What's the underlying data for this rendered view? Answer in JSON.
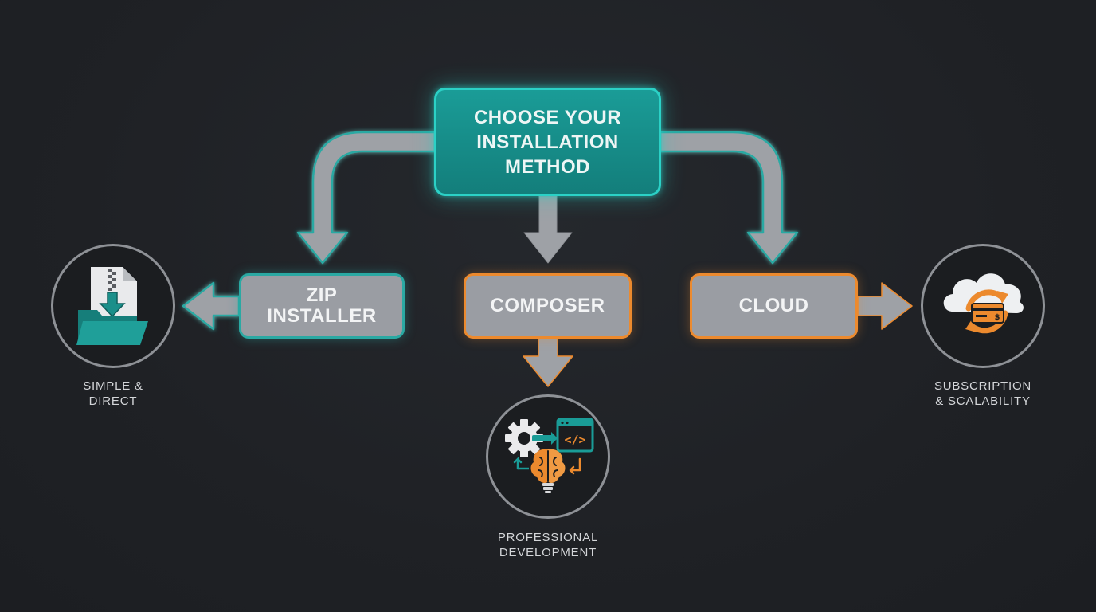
{
  "root": {
    "line1": "CHOOSE YOUR",
    "line2": "INSTALLATION",
    "line3": "METHOD"
  },
  "methods": {
    "zip": {
      "line1": "ZIP",
      "line2": "INSTALLER"
    },
    "composer": {
      "label": "COMPOSER"
    },
    "cloud": {
      "label": "CLOUD"
    }
  },
  "outcomes": {
    "zip": {
      "line1": "SIMPLE &",
      "line2": "DIRECT",
      "icon": "zip-folder-download-icon"
    },
    "composer": {
      "line1": "PROFESSIONAL",
      "line2": "DEVELOPMENT",
      "icon": "gear-code-brain-icon"
    },
    "cloud": {
      "line1": "SUBSCRIPTION",
      "line2": "& SCALABILITY",
      "icon": "cloud-subscription-icon"
    }
  },
  "colors": {
    "background": "#202226",
    "teal": "#1a9c97",
    "teal_glow": "#2bd1c6",
    "orange": "#ec8a2e",
    "node_gray": "#9a9da3",
    "arrow_gray": "#9ea1a6"
  }
}
